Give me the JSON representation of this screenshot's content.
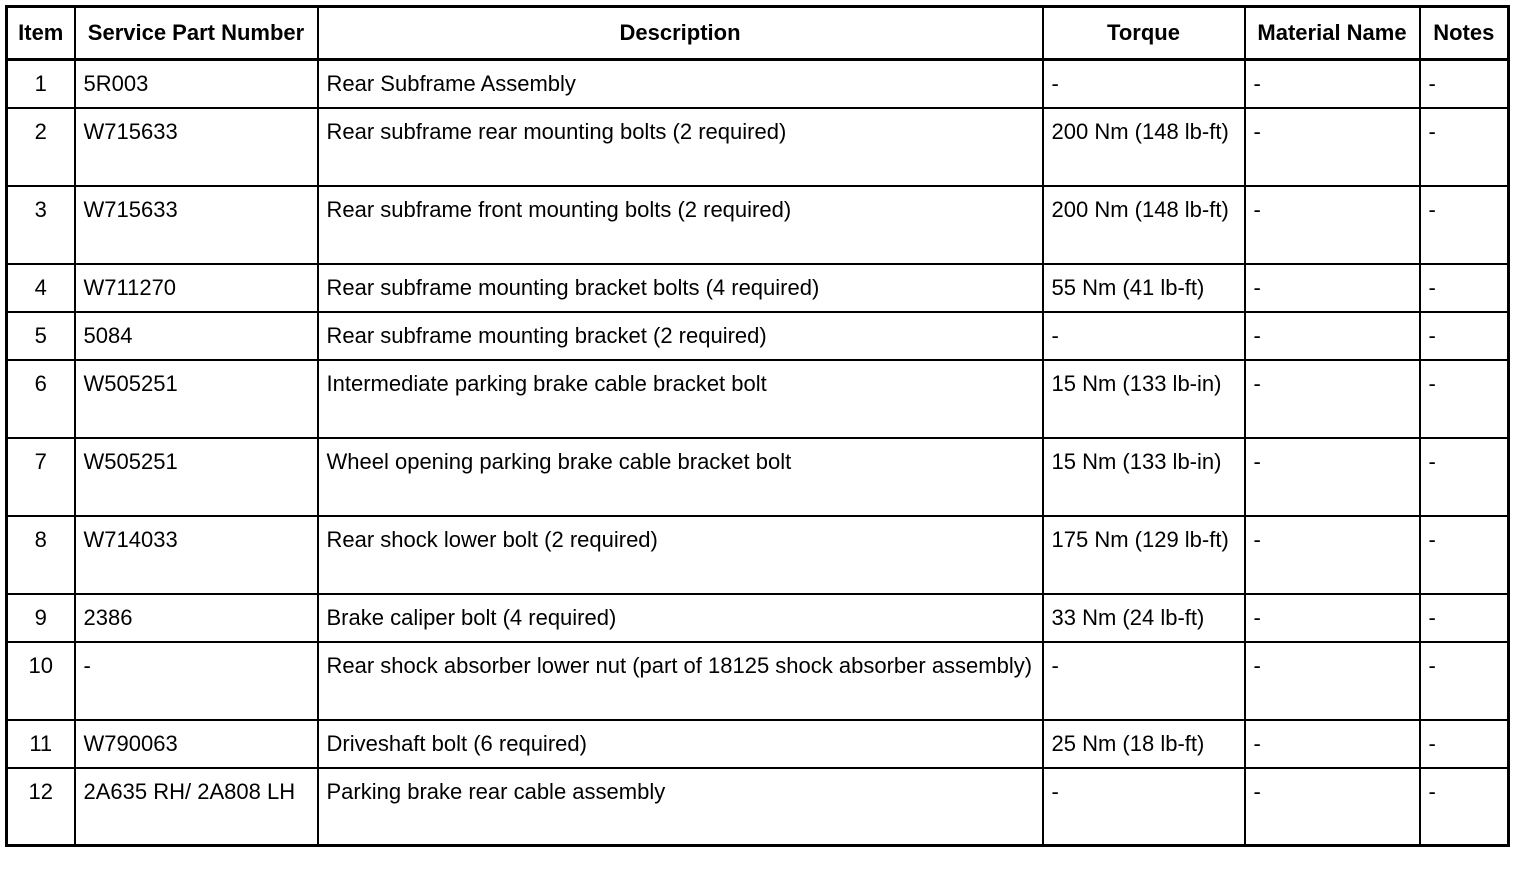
{
  "columns": [
    "Item",
    "Service Part Number",
    "Description",
    "Torque",
    "Material Name",
    "Notes"
  ],
  "rows": [
    {
      "item": "1",
      "part": "5R003",
      "description": "Rear Subframe Assembly",
      "torque": "-",
      "material": "-",
      "notes": "-"
    },
    {
      "item": "2",
      "part": "W715633",
      "description": "Rear subframe rear mounting bolts (2 required)",
      "torque": "200 Nm (148 lb-ft)",
      "material": "-",
      "notes": "-"
    },
    {
      "item": "3",
      "part": "W715633",
      "description": "Rear subframe front mounting bolts (2 required)",
      "torque": "200 Nm (148 lb-ft)",
      "material": "-",
      "notes": "-"
    },
    {
      "item": "4",
      "part": "W711270",
      "description": "Rear subframe mounting bracket bolts (4 required)",
      "torque": "55 Nm (41 lb-ft)",
      "material": "-",
      "notes": "-"
    },
    {
      "item": "5",
      "part": "5084",
      "description": "Rear subframe mounting bracket (2 required)",
      "torque": "-",
      "material": "-",
      "notes": "-"
    },
    {
      "item": "6",
      "part": "W505251",
      "description": "Intermediate parking brake cable bracket bolt",
      "torque": "15 Nm (133 lb-in)",
      "material": "-",
      "notes": "-"
    },
    {
      "item": "7",
      "part": "W505251",
      "description": "Wheel opening parking brake cable bracket bolt",
      "torque": "15 Nm (133 lb-in)",
      "material": "-",
      "notes": "-"
    },
    {
      "item": "8",
      "part": "W714033",
      "description": "Rear shock lower bolt (2 required)",
      "torque": "175 Nm (129 lb-ft)",
      "material": "-",
      "notes": "-"
    },
    {
      "item": "9",
      "part": "2386",
      "description": "Brake caliper bolt (4 required)",
      "torque": "33 Nm (24 lb-ft)",
      "material": "-",
      "notes": "-"
    },
    {
      "item": "10",
      "part": "-",
      "description": "Rear shock absorber lower nut (part of 18125 shock absorber assembly)",
      "torque": "-",
      "material": "-",
      "notes": "-"
    },
    {
      "item": "11",
      "part": "W790063",
      "description": "Driveshaft bolt (6 required)",
      "torque": "25 Nm (18 lb-ft)",
      "material": "-",
      "notes": "-"
    },
    {
      "item": "12",
      "part": "2A635 RH/ 2A808 LH",
      "description": "Parking brake rear cable assembly",
      "torque": "-",
      "material": "-",
      "notes": "-"
    }
  ]
}
